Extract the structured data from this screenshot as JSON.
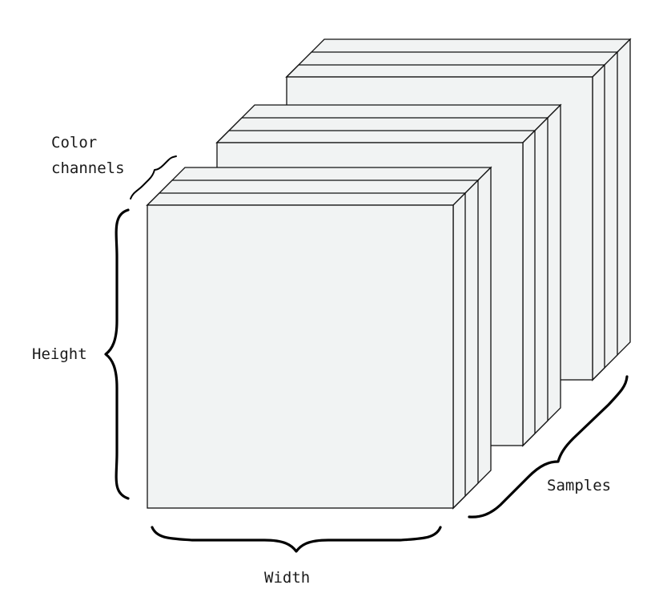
{
  "labels": {
    "color_channels_line1": "Color",
    "color_channels_line2": "channels",
    "height": "Height",
    "width": "Width",
    "samples": "Samples"
  },
  "structure": {
    "samples": 3,
    "channels_per_sample": 3
  }
}
